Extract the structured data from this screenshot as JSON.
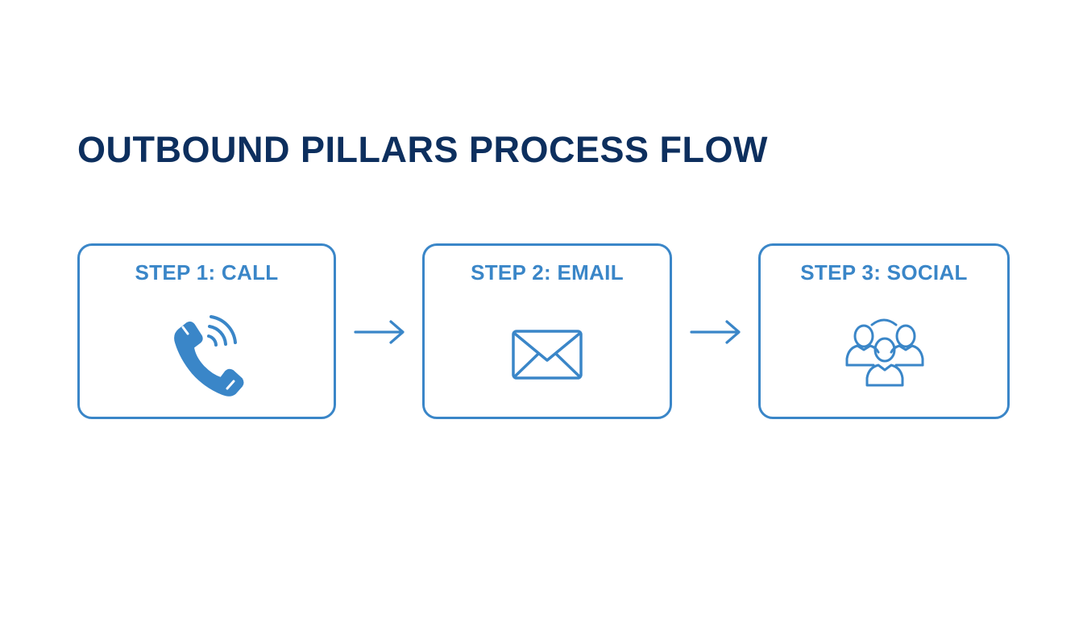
{
  "title": "OUTBOUND PILLARS PROCESS FLOW",
  "colors": {
    "title": "#0d2f5e",
    "accent": "#3a86c8"
  },
  "steps": [
    {
      "label": "STEP 1: CALL",
      "icon": "phone-icon"
    },
    {
      "label": "STEP 2: EMAIL",
      "icon": "envelope-icon"
    },
    {
      "label": "STEP 3: SOCIAL",
      "icon": "people-group-icon"
    }
  ],
  "connectors": [
    "arrow-right-icon",
    "arrow-right-icon"
  ]
}
